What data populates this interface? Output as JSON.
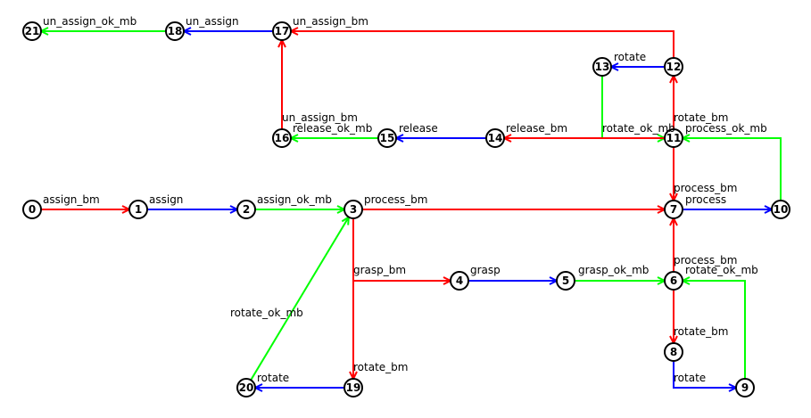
{
  "colors": {
    "bm": "#ff0000",
    "action": "#0000ff",
    "ok_mb": "#00ff00",
    "node_stroke": "#000000",
    "text": "#000000"
  },
  "nodes": [
    {
      "id": "0"
    },
    {
      "id": "1"
    },
    {
      "id": "2"
    },
    {
      "id": "3"
    },
    {
      "id": "4"
    },
    {
      "id": "5"
    },
    {
      "id": "6"
    },
    {
      "id": "7"
    },
    {
      "id": "8"
    },
    {
      "id": "9"
    },
    {
      "id": "10"
    },
    {
      "id": "11"
    },
    {
      "id": "12"
    },
    {
      "id": "13"
    },
    {
      "id": "14"
    },
    {
      "id": "15"
    },
    {
      "id": "16"
    },
    {
      "id": "17"
    },
    {
      "id": "18"
    },
    {
      "id": "19"
    },
    {
      "id": "20"
    },
    {
      "id": "21"
    }
  ],
  "edges": [
    {
      "from": "0",
      "to": "1",
      "label": "assign_bm",
      "kind": "bm"
    },
    {
      "from": "1",
      "to": "2",
      "label": "assign",
      "kind": "action"
    },
    {
      "from": "2",
      "to": "3",
      "label": "assign_ok_mb",
      "kind": "ok_mb"
    },
    {
      "from": "3",
      "to": "7",
      "label": "process_bm",
      "kind": "bm"
    },
    {
      "from": "3",
      "to": "4",
      "label": "grasp_bm",
      "kind": "bm"
    },
    {
      "from": "4",
      "to": "5",
      "label": "grasp",
      "kind": "action"
    },
    {
      "from": "5",
      "to": "6",
      "label": "grasp_ok_mb",
      "kind": "ok_mb"
    },
    {
      "from": "3",
      "to": "19",
      "label": "rotate_bm",
      "kind": "bm"
    },
    {
      "from": "19",
      "to": "20",
      "label": "rotate",
      "kind": "action"
    },
    {
      "from": "20",
      "to": "3",
      "label": "rotate_ok_mb",
      "kind": "ok_mb"
    },
    {
      "from": "7",
      "to": "10",
      "label": "process",
      "kind": "action"
    },
    {
      "from": "10",
      "to": "11",
      "label": "process_ok_mb",
      "kind": "ok_mb"
    },
    {
      "from": "11",
      "to": "7",
      "label": "process_bm",
      "kind": "bm"
    },
    {
      "from": "6",
      "to": "7",
      "label": "process_bm",
      "kind": "bm"
    },
    {
      "from": "6",
      "to": "8",
      "label": "rotate_bm",
      "kind": "bm"
    },
    {
      "from": "8",
      "to": "9",
      "label": "rotate",
      "kind": "action"
    },
    {
      "from": "9",
      "to": "6",
      "label": "rotate_ok_mb",
      "kind": "ok_mb"
    },
    {
      "from": "11",
      "to": "12",
      "label": "rotate_bm",
      "kind": "bm"
    },
    {
      "from": "12",
      "to": "13",
      "label": "rotate",
      "kind": "action"
    },
    {
      "from": "13",
      "to": "11",
      "label": "rotate_ok_mb",
      "kind": "ok_mb"
    },
    {
      "from": "11",
      "to": "14",
      "label": "release_bm",
      "kind": "bm"
    },
    {
      "from": "14",
      "to": "15",
      "label": "release",
      "kind": "action"
    },
    {
      "from": "15",
      "to": "16",
      "label": "release_ok_mb",
      "kind": "ok_mb"
    },
    {
      "from": "16",
      "to": "17",
      "label": "un_assign_bm",
      "kind": "bm"
    },
    {
      "from": "12",
      "to": "17",
      "label": "un_assign_bm",
      "kind": "bm"
    },
    {
      "from": "17",
      "to": "18",
      "label": "un_assign",
      "kind": "action"
    },
    {
      "from": "18",
      "to": "21",
      "label": "un_assign_ok_mb",
      "kind": "ok_mb"
    }
  ]
}
